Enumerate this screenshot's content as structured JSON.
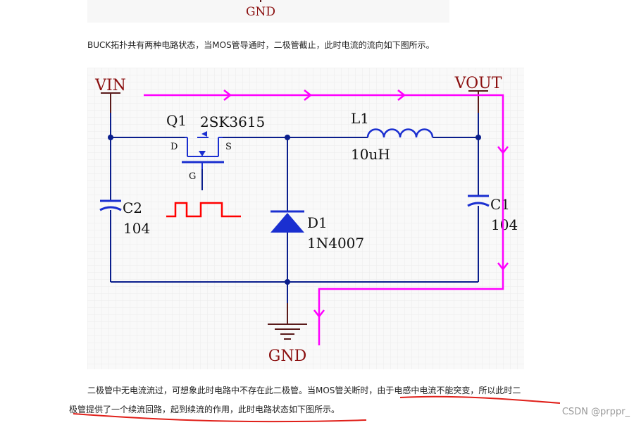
{
  "top_figure": {
    "gnd_label": "GND"
  },
  "paragraph_1": "BUCK拓扑共有两种电路状态，当MOS管导通时，二极管截止，此时电流的流向如下图所示。",
  "schematic": {
    "vin_label": "VIN",
    "vout_label": "VOUT",
    "q1_ref": "Q1",
    "q1_part": "2SK3615",
    "q1_pin_d": "D",
    "q1_pin_s": "S",
    "q1_pin_g": "G",
    "l1_ref": "L1",
    "l1_value": "10uH",
    "c2_ref": "C2",
    "c2_value": "104",
    "c1_ref": "C1",
    "c1_value": "104",
    "d1_ref": "D1",
    "d1_part": "1N4007",
    "gnd_label": "GND",
    "colors": {
      "wire": "#0a1e8c",
      "label": "#8b1010",
      "current": "#ff00ff",
      "pwm": "#ff0000",
      "component": "#1a2fd0"
    }
  },
  "paragraph_2": "二极管中无电流流过，可想象此时电路中不存在此二极管。当MOS管关断时，由于电感中电流不能突变，所以此时二",
  "paragraph_3": "极管提供了一个续流回路，起到续流的作用，此时电路状态如下图所示。",
  "watermark": "CSDN @prppr_"
}
